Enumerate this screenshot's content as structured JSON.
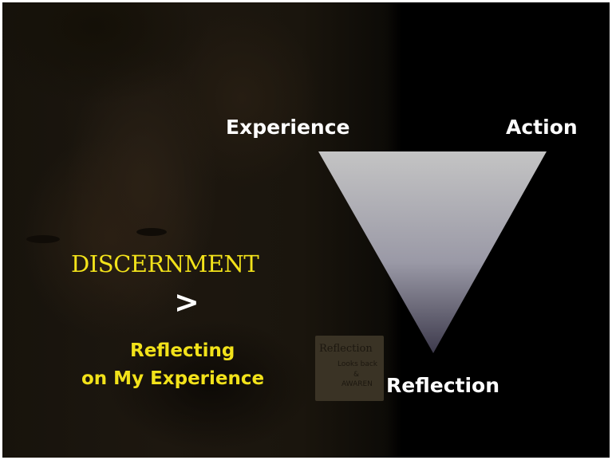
{
  "triangle_labels": {
    "top_left": "Experience",
    "top_right": "Action",
    "bottom": "Reflection"
  },
  "left_text": {
    "heading": "DISCERNMENT",
    "symbol": ">",
    "line1": "Reflecting",
    "line2": "on My Experience"
  },
  "background_paper": {
    "title": "Reflection",
    "line1": "Looks back",
    "line2": "&",
    "line3": "AWAREN"
  },
  "colors": {
    "accent_yellow": "#f2e21a",
    "label_white": "#ffffff",
    "triangle_top": "#c4c4c4",
    "triangle_bottom": "#3d3a4c",
    "background": "#000000"
  },
  "icons": {
    "triangle": "downward-triangle-gradient"
  }
}
